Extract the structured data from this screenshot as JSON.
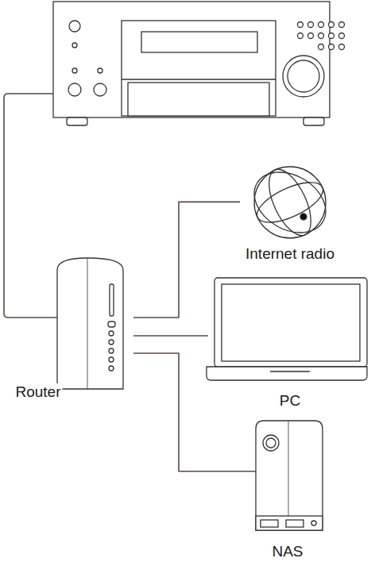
{
  "diagram": {
    "nodes": [
      {
        "text": [
          "Router"
        ]
      },
      {
        "text": [
          "Internet radio"
        ]
      },
      {
        "text": [
          "PC"
        ]
      },
      {
        "text": [
          "NAS"
        ]
      }
    ],
    "edges": [
      {
        "from": 0,
        "to": 1,
        "arrow": "none"
      },
      {
        "from": 0,
        "to": 2,
        "arrow": "none"
      },
      {
        "from": 0,
        "to": 3,
        "arrow": "none"
      }
    ]
  }
}
